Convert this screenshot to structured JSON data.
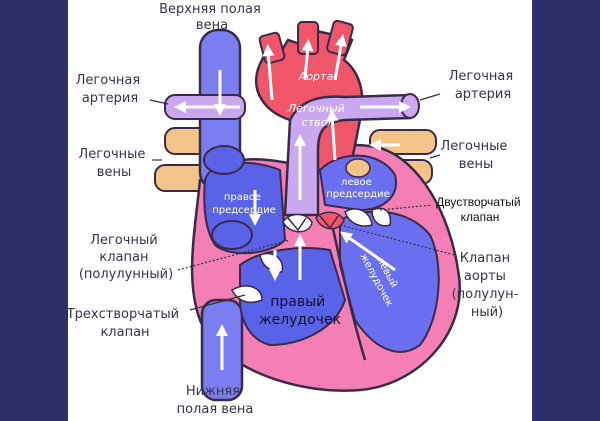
{
  "labels": {
    "svc": [
      "Верхняя полая",
      "вена"
    ],
    "aorta": "Аорта",
    "pa_left": [
      "Легочная",
      "артерия"
    ],
    "pa_right": [
      "Легочная",
      "артерия"
    ],
    "pv_left": [
      "Легочные",
      "вены"
    ],
    "pv_right": [
      "Легочные",
      "вены"
    ],
    "pulm_trunk": [
      "Легочный",
      "ствол"
    ],
    "left_atrium": [
      "левое",
      "предсердие"
    ],
    "right_atrium": [
      "правое",
      "предсердие"
    ],
    "mitral": [
      "Двустворчатый",
      "клапан"
    ],
    "pulm_valve": [
      "Легочный",
      "клапан",
      "(полулунный)"
    ],
    "left_ventricle": [
      "левый",
      "желудочек"
    ],
    "aortic_valve": [
      "Клапан",
      "аорты",
      "(полулун-",
      "ный)"
    ],
    "right_ventricle": [
      "правый",
      "желудочек"
    ],
    "tricuspid": [
      "Трехстворчатый",
      "клапан"
    ],
    "ivc": [
      "Нижняя",
      "полая вена"
    ]
  },
  "colors": {
    "background": "#2c2f6a",
    "vena_cava": "#7b7ef0",
    "aorta": "#f0556a",
    "pulmonary_artery": "#c9a8f0",
    "pulmonary_veins": "#f2c48a",
    "myocardium": "#f47fb4",
    "right_chambers": "#5a63e8",
    "left_chambers": "#6a6ff0",
    "outline": "#3a2a4a"
  }
}
